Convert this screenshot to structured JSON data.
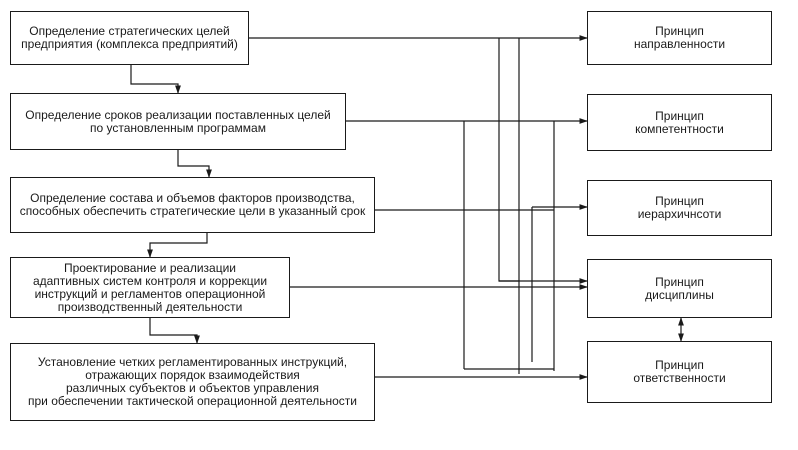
{
  "colors": {
    "stroke": "#1a1a1a",
    "background": "#ffffff"
  },
  "left_boxes": [
    {
      "text": "Определение стратегических целей\nпредприятия (комплекса предприятий)"
    },
    {
      "text": "Определение сроков реализации поставленных целей\nпо установленным программам"
    },
    {
      "text": "Определение состава и объемов факторов производства,\nспособных обеспечить стратегические цели в указанный срок"
    },
    {
      "text": "Проектирование и реализации\nадаптивных систем контроля и коррекции\nинструкций и регламентов операционной\nпроизводственный деятельности"
    },
    {
      "text": "Установление четких регламентированных инструкций,\nотражающих порядок взаимодействия\nразличных субъектов и объектов управления\nпри обеспечении тактической операционной деятельности"
    }
  ],
  "right_boxes": [
    {
      "text": "Принцип\nнаправленности"
    },
    {
      "text": "Принцип\nкомпетентности"
    },
    {
      "text": "Принцип\nиерархичнсоти"
    },
    {
      "text": "Принцип\nдисциплины"
    },
    {
      "text": "Принцип\nответственности"
    }
  ]
}
